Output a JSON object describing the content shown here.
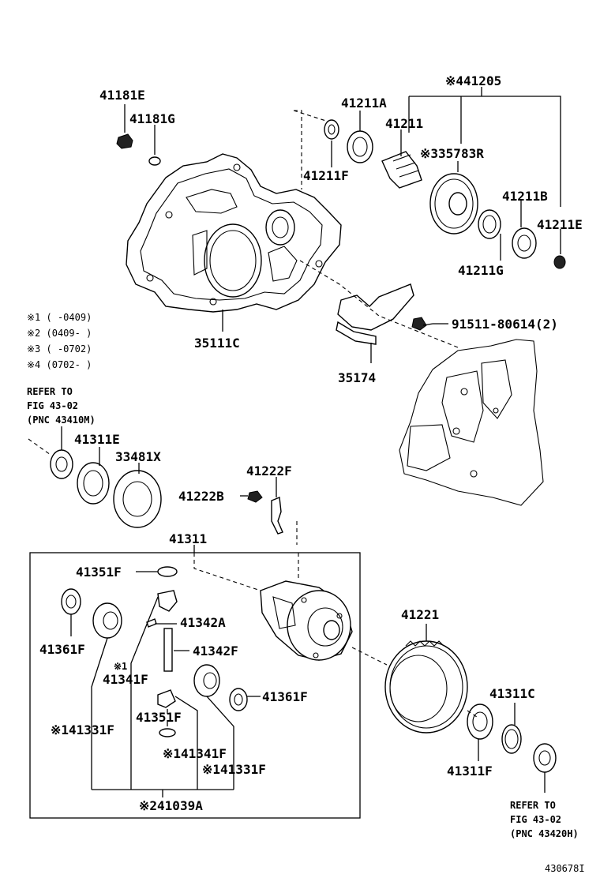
{
  "labels": {
    "p41181E": "41181E",
    "p41181G": "41181G",
    "p41211A": "41211A",
    "p41205": "※441205",
    "p41211": "41211",
    "p35783R": "※335783R",
    "p41211F": "41211F",
    "p41211B": "41211B",
    "p41211E": "41211E",
    "p41211G": "41211G",
    "p35111C": "35111C",
    "p35174": "35174",
    "p91511": "91511-80614(2)",
    "p41311E": "41311E",
    "p33481X": "33481X",
    "p41222F": "41222F",
    "p41222B": "41222B",
    "p41311": "41311",
    "p41351F_a": "41351F",
    "p41342A": "41342A",
    "p41342F": "41342F",
    "p41361F_a": "41361F",
    "p41341F_mark": "※1",
    "p41341F_a": "41341F",
    "p41361F_b": "41361F",
    "p41331F_a": "※141331F",
    "p41351F_b": "41351F",
    "p41341F_b": "※141341F",
    "p41331F_b": "※141331F",
    "p41039A": "※241039A",
    "p41221": "41221",
    "p41311C": "41311C",
    "p41311F": "41311F",
    "diagram_id": "430678I"
  },
  "legend": [
    "※1 (      -0409)",
    "※2 (0409-      )",
    "※3 (      -0702)",
    "※4 (0702-      )"
  ],
  "refer_left": [
    "REFER TO",
    "FIG 43-02",
    "(PNC 43410M)"
  ],
  "refer_right": [
    "REFER TO",
    "FIG 43-02",
    "(PNC 43420H)"
  ]
}
